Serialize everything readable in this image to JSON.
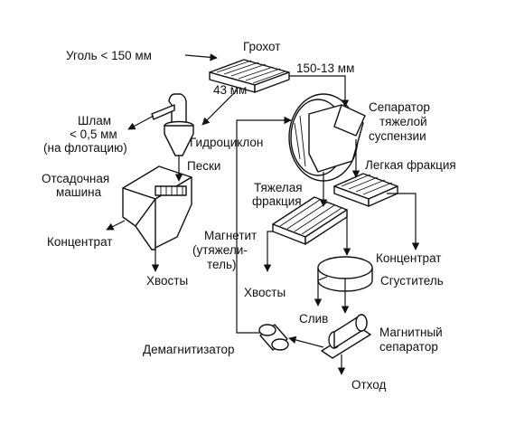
{
  "labels": {
    "coal": "Уголь < 150 мм",
    "screen": "Грохот",
    "size_43": "43 мм",
    "size_150_13": "150-13 мм",
    "separator_1": "Сепаратор",
    "separator_2": "тяжелой",
    "separator_3": "суспензии",
    "slime_1": "Шлам",
    "slime_2": "< 0,5 мм",
    "slime_3": "(на флотацию)",
    "hydrocyclone": "Гидроциклон",
    "sands": "Пески",
    "jig_1": "Отсадочная",
    "jig_2": "машина",
    "light_fraction": "Легкая фракция",
    "heavy_1": "Тяжелая",
    "heavy_2": "фракция",
    "concentrate_left": "Концентрат",
    "magnetite_1": "Магнетит",
    "magnetite_2": "(утяжели-",
    "magnetite_3": "тель)",
    "concentrate_right": "Концентрат",
    "tailings_left": "Хвосты",
    "tailings_mid": "Хвосты",
    "thickener": "Сгуститель",
    "overflow": "Слив",
    "magsep_1": "Магнитный",
    "magsep_2": "сепаратор",
    "demagnetizer": "Демагнитизатор",
    "waste": "Отход"
  },
  "colors": {
    "ink": "#111111",
    "background": "#ffffff"
  }
}
